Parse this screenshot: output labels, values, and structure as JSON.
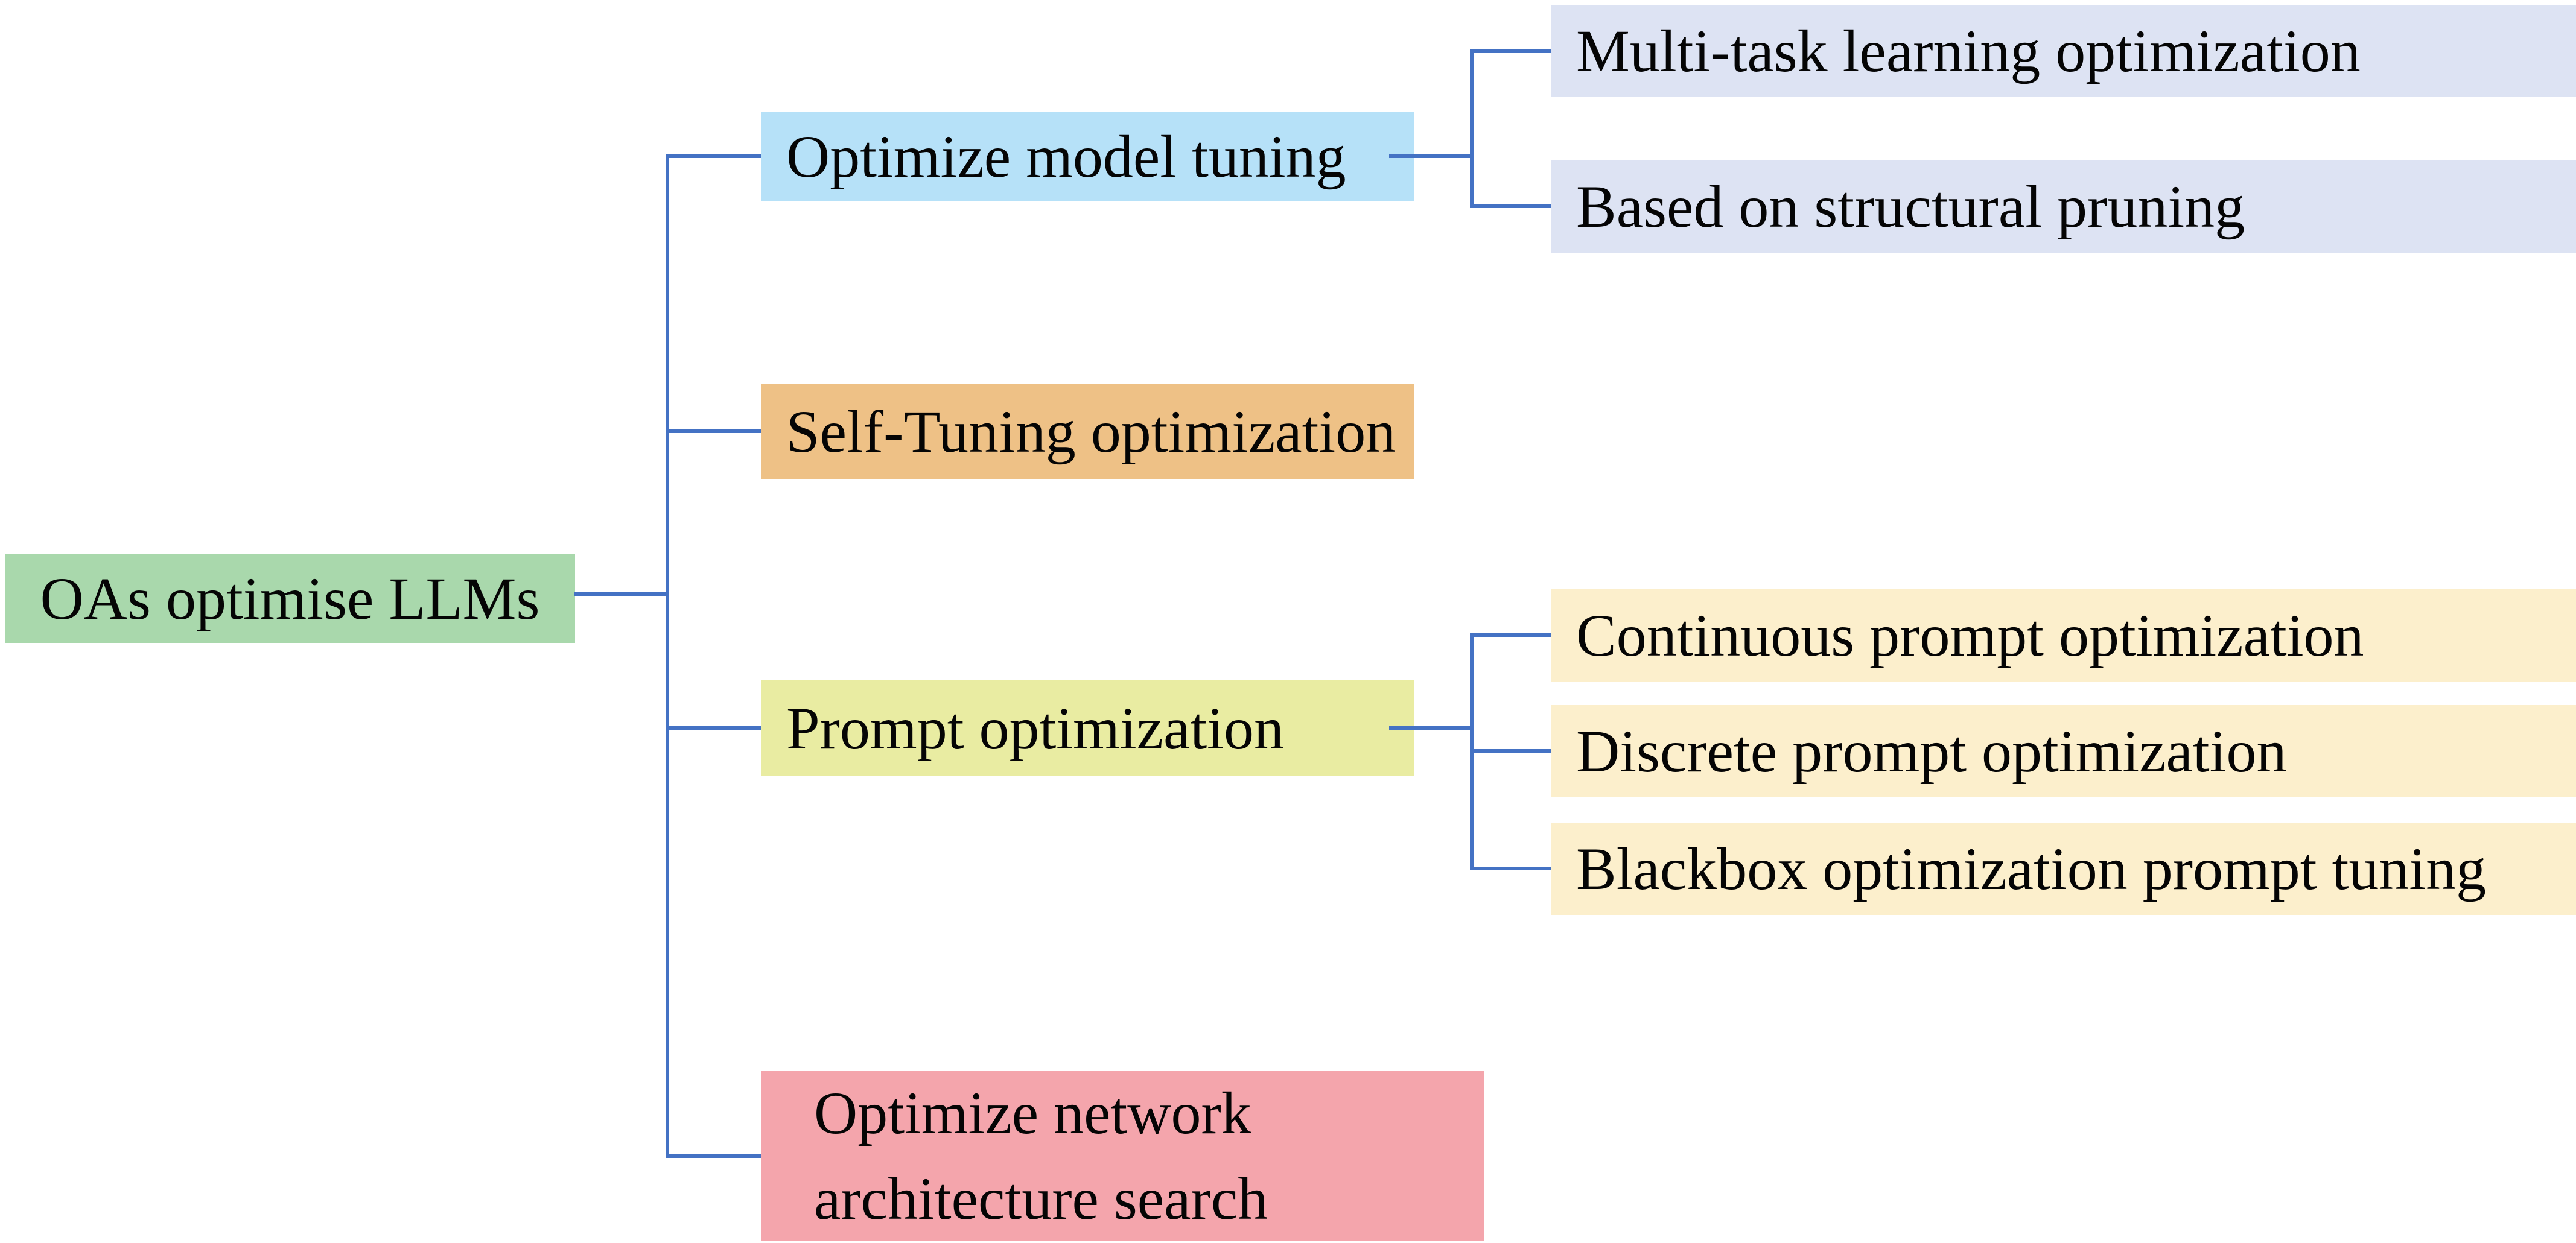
{
  "diagram": {
    "title": "OAs optimise LLMs taxonomy",
    "line_color": "#4472c4",
    "text_color": "#050505",
    "root": {
      "label": "OAs optimise LLMs",
      "bg": "#a9d8ac"
    },
    "branches": [
      {
        "label": "Optimize model tuning",
        "bg": "#b6e1f8",
        "children": [
          {
            "label": "Multi-task learning optimization",
            "bg": "#dde3f3"
          },
          {
            "label": "Based on structural pruning",
            "bg": "#dde3f3"
          }
        ]
      },
      {
        "label": "Self-Tuning optimization",
        "bg": "#eec186",
        "children": []
      },
      {
        "label": "Prompt optimization",
        "bg": "#e9eca2",
        "children": [
          {
            "label": "Continuous prompt optimization",
            "bg": "#fcefcc"
          },
          {
            "label": "Discrete prompt optimization",
            "bg": "#fcefcc"
          },
          {
            "label": "Blackbox optimization prompt tuning",
            "bg": "#fcefcc"
          }
        ]
      },
      {
        "label": "Optimize network architecture search",
        "bg": "#f4a5ac",
        "children": []
      }
    ]
  }
}
